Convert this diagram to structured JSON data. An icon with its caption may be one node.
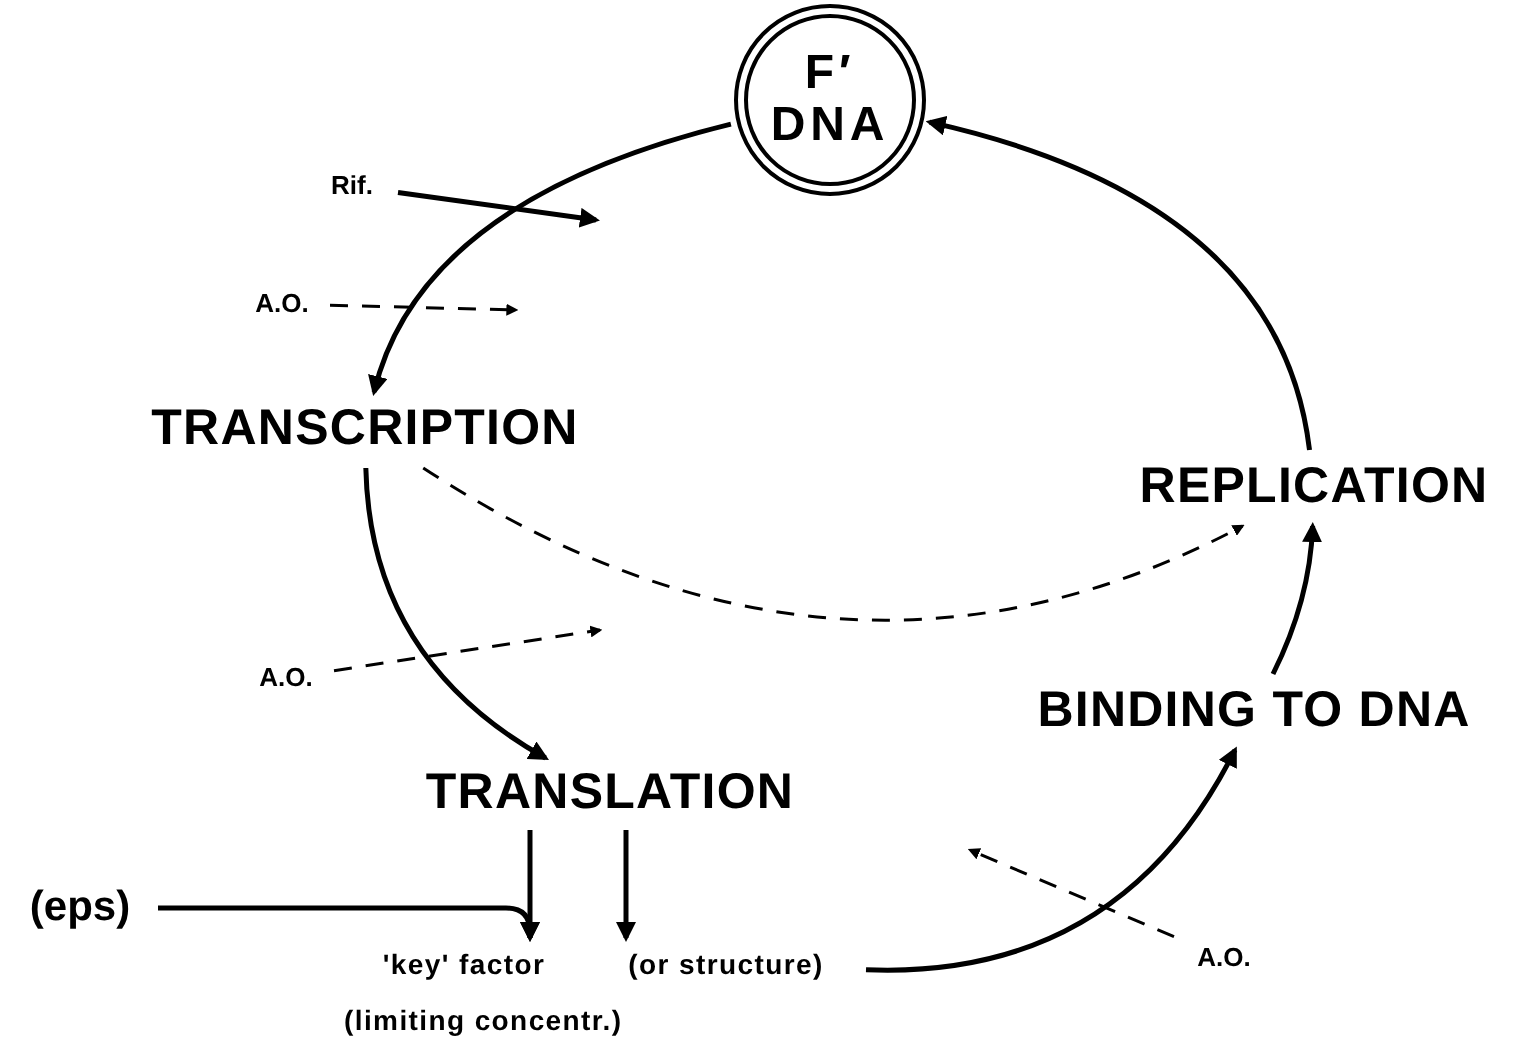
{
  "diagram": {
    "nodes": [
      {
        "text": [
          "F′ DNA"
        ]
      },
      {
        "text": [
          "Rif."
        ]
      },
      {
        "text": [
          "A.O."
        ]
      },
      {
        "text": [
          "TRANSCRIPTION"
        ]
      },
      {
        "text": [
          "REPLICATION"
        ]
      },
      {
        "text": [
          "A.O."
        ]
      },
      {
        "text": [
          "BINDING TO DNA"
        ]
      },
      {
        "text": [
          "TRANSLATION"
        ]
      },
      {
        "text": [
          "(eps)"
        ]
      },
      {
        "text": [
          "'key' factor"
        ]
      },
      {
        "text": [
          "(or structure)"
        ]
      },
      {
        "text": [
          "A.O."
        ]
      }
    ],
    "edges": [
      {
        "from": 0,
        "to": 3,
        "arrow": "to"
      },
      {
        "from": 1,
        "to": null,
        "arrow": "to"
      },
      {
        "from": 2,
        "to": null,
        "arrow": "to",
        "style": "dashed"
      },
      {
        "from": 3,
        "to": 7,
        "arrow": "to"
      },
      {
        "from": 3,
        "to": 4,
        "arrow": "to",
        "style": "dashed"
      },
      {
        "from": 5,
        "to": null,
        "arrow": "to",
        "style": "dashed"
      },
      {
        "from": 8,
        "to": 9,
        "arrow": "to"
      },
      {
        "from": 7,
        "to": 9,
        "arrow": "to"
      },
      {
        "from": 7,
        "to": 10,
        "arrow": "to"
      },
      {
        "from": 10,
        "to": 6,
        "arrow": "to"
      },
      {
        "from": 6,
        "to": 4,
        "arrow": "to"
      },
      {
        "from": 11,
        "to": null,
        "arrow": "to",
        "style": "dashed"
      },
      {
        "from": 4,
        "to": 0,
        "arrow": "to"
      }
    ],
    "labels": [
      "(limiting concentr.)"
    ]
  }
}
